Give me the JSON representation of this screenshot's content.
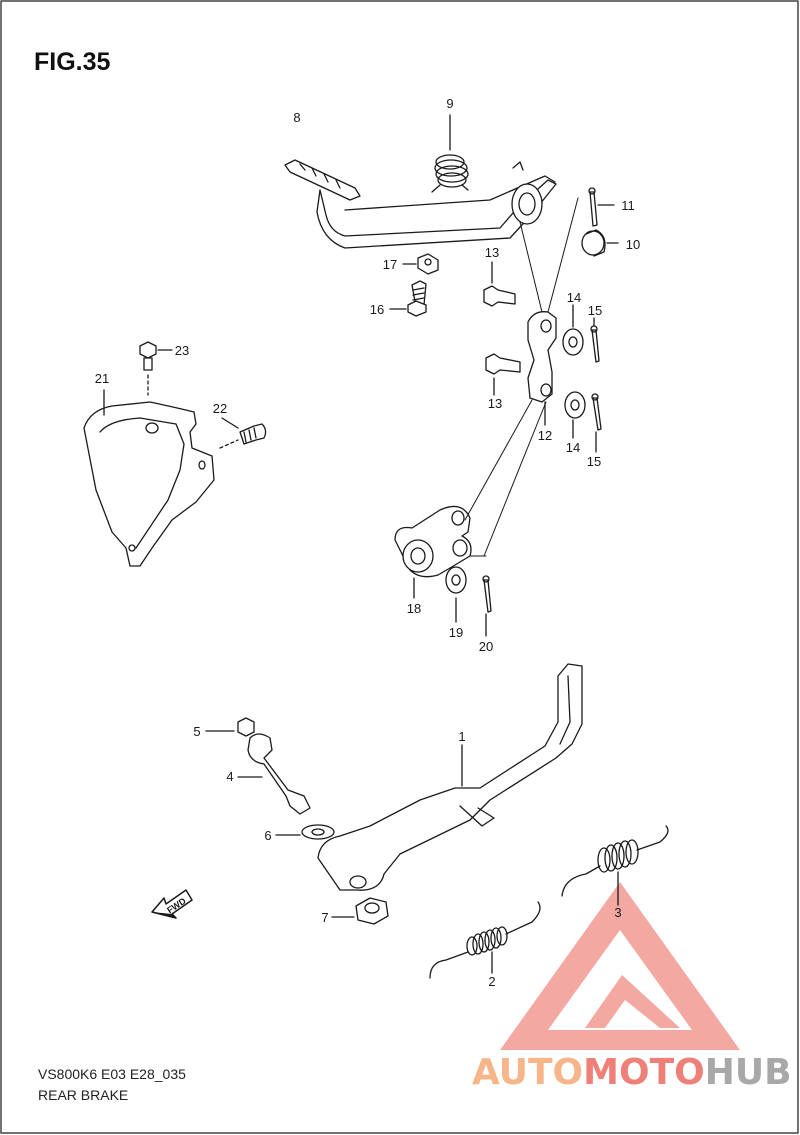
{
  "figure": {
    "title": "FIG.35",
    "model_code": "VS800K6 E03 E28_035",
    "assembly_name": "REAR BRAKE"
  },
  "callouts": [
    "1",
    "2",
    "3",
    "4",
    "5",
    "6",
    "7",
    "8",
    "9",
    "10",
    "11",
    "12",
    "13",
    "13",
    "14",
    "14",
    "15",
    "15",
    "16",
    "17",
    "18",
    "19",
    "20",
    "21",
    "22",
    "23"
  ],
  "arrow_label": "FWD",
  "watermark": {
    "part1": "AUTO",
    "part2": "MOTO",
    "part3": "HUB",
    "color_orange": "#f7b58a",
    "color_red": "#ee8077",
    "color_gray": "#a8a8a8"
  }
}
